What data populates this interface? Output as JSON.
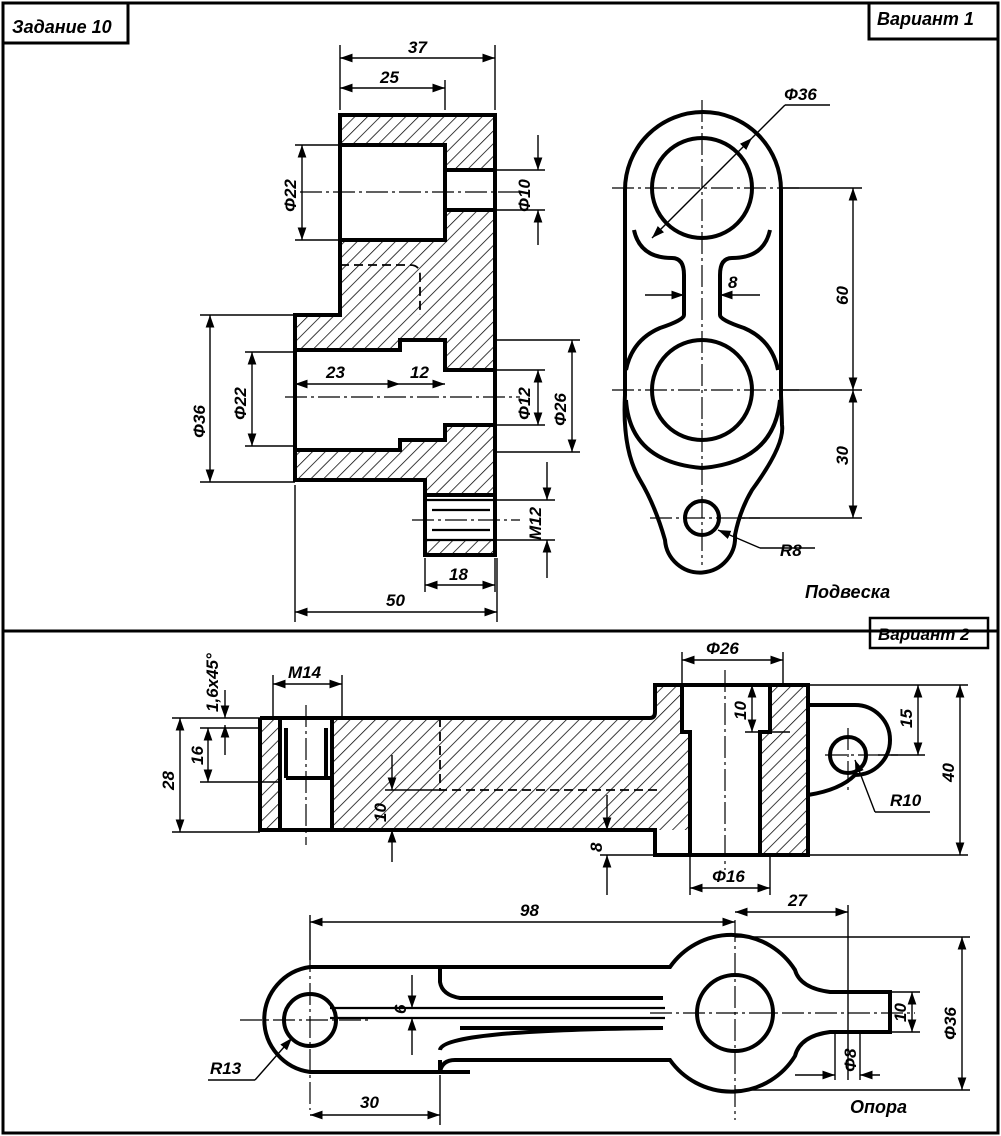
{
  "frame": {
    "task_label": "Задание 10",
    "variant1_label": "Вариант 1",
    "variant2_label": "Вариант 2"
  },
  "variant1": {
    "caption": "Подвеска",
    "dims": {
      "d37": "37",
      "d25": "25",
      "d22_top": "Φ22",
      "d10": "Φ10",
      "d36_left": "Φ36",
      "d22_mid": "Φ22",
      "d23": "23",
      "d12_len": "12",
      "d12_dia": "Φ12",
      "d26": "Φ26",
      "dM12": "M12",
      "d18": "18",
      "d50": "50",
      "dphi36_top": "Φ36",
      "d8": "8",
      "d60": "60",
      "d30": "30",
      "dR8": "R8"
    }
  },
  "variant2": {
    "caption": "Опора",
    "dims": {
      "chamfer": "1,6x45°",
      "dM14": "M14",
      "d16": "16",
      "d28": "28",
      "d10_groove": "10",
      "dphi26": "Φ26",
      "d10_bore": "10",
      "d15": "15",
      "d40": "40",
      "dR10": "R10",
      "d8": "8",
      "dphi16": "Φ16",
      "d98": "98",
      "d27": "27",
      "d6": "6",
      "d10_lug": "10",
      "dphi36": "Φ36",
      "dR13": "R13",
      "dphi8": "Φ8",
      "d30": "30"
    }
  }
}
